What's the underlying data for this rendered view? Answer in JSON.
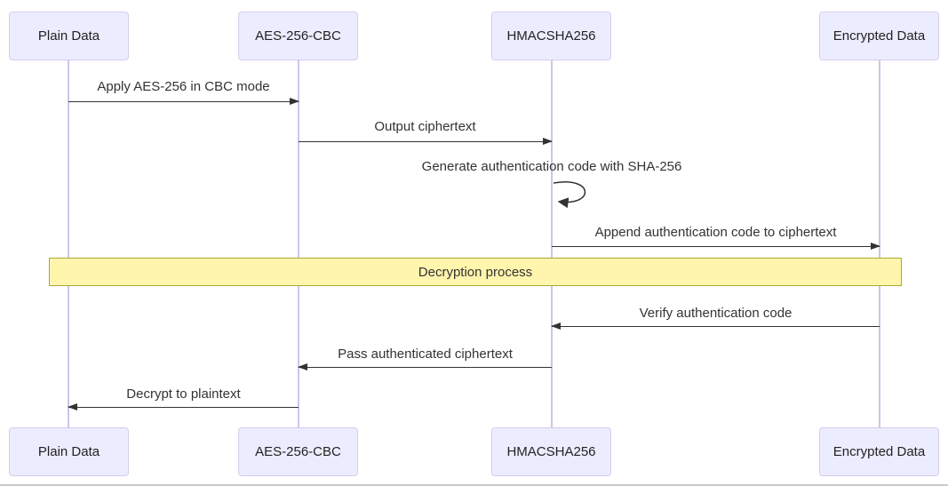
{
  "diagram": {
    "type": "sequence",
    "participants": [
      {
        "id": "plain-data",
        "label": "Plain Data"
      },
      {
        "id": "aes-256-cbc",
        "label": "AES-256-CBC"
      },
      {
        "id": "hmacsha256",
        "label": "HMACSHA256"
      },
      {
        "id": "encrypted-data",
        "label": "Encrypted Data"
      }
    ],
    "messages": [
      {
        "from": "Plain Data",
        "to": "AES-256-CBC",
        "label": "Apply AES-256 in CBC mode",
        "direction": "right"
      },
      {
        "from": "AES-256-CBC",
        "to": "HMACSHA256",
        "label": "Output ciphertext",
        "direction": "right"
      },
      {
        "from": "HMACSHA256",
        "to": "HMACSHA256",
        "label": "Generate authentication code with SHA-256",
        "direction": "self"
      },
      {
        "from": "HMACSHA256",
        "to": "Encrypted Data",
        "label": "Append authentication code to ciphertext",
        "direction": "right"
      },
      {
        "from": "Encrypted Data",
        "to": "HMACSHA256",
        "label": "Verify authentication code",
        "direction": "left"
      },
      {
        "from": "HMACSHA256",
        "to": "AES-256-CBC",
        "label": "Pass authenticated ciphertext",
        "direction": "left"
      },
      {
        "from": "AES-256-CBC",
        "to": "Plain Data",
        "label": "Decrypt to plaintext",
        "direction": "left"
      }
    ],
    "note": {
      "label": "Decryption process",
      "span": [
        "Plain Data",
        "Encrypted Data"
      ]
    },
    "colors": {
      "actor_fill": "#ECECFF",
      "actor_border": "#d6cdec",
      "lifeline": "#d0c3ea",
      "note_fill": "#fff5ad",
      "note_border": "#aaaa33",
      "arrow": "#333333",
      "text": "#333333"
    }
  }
}
